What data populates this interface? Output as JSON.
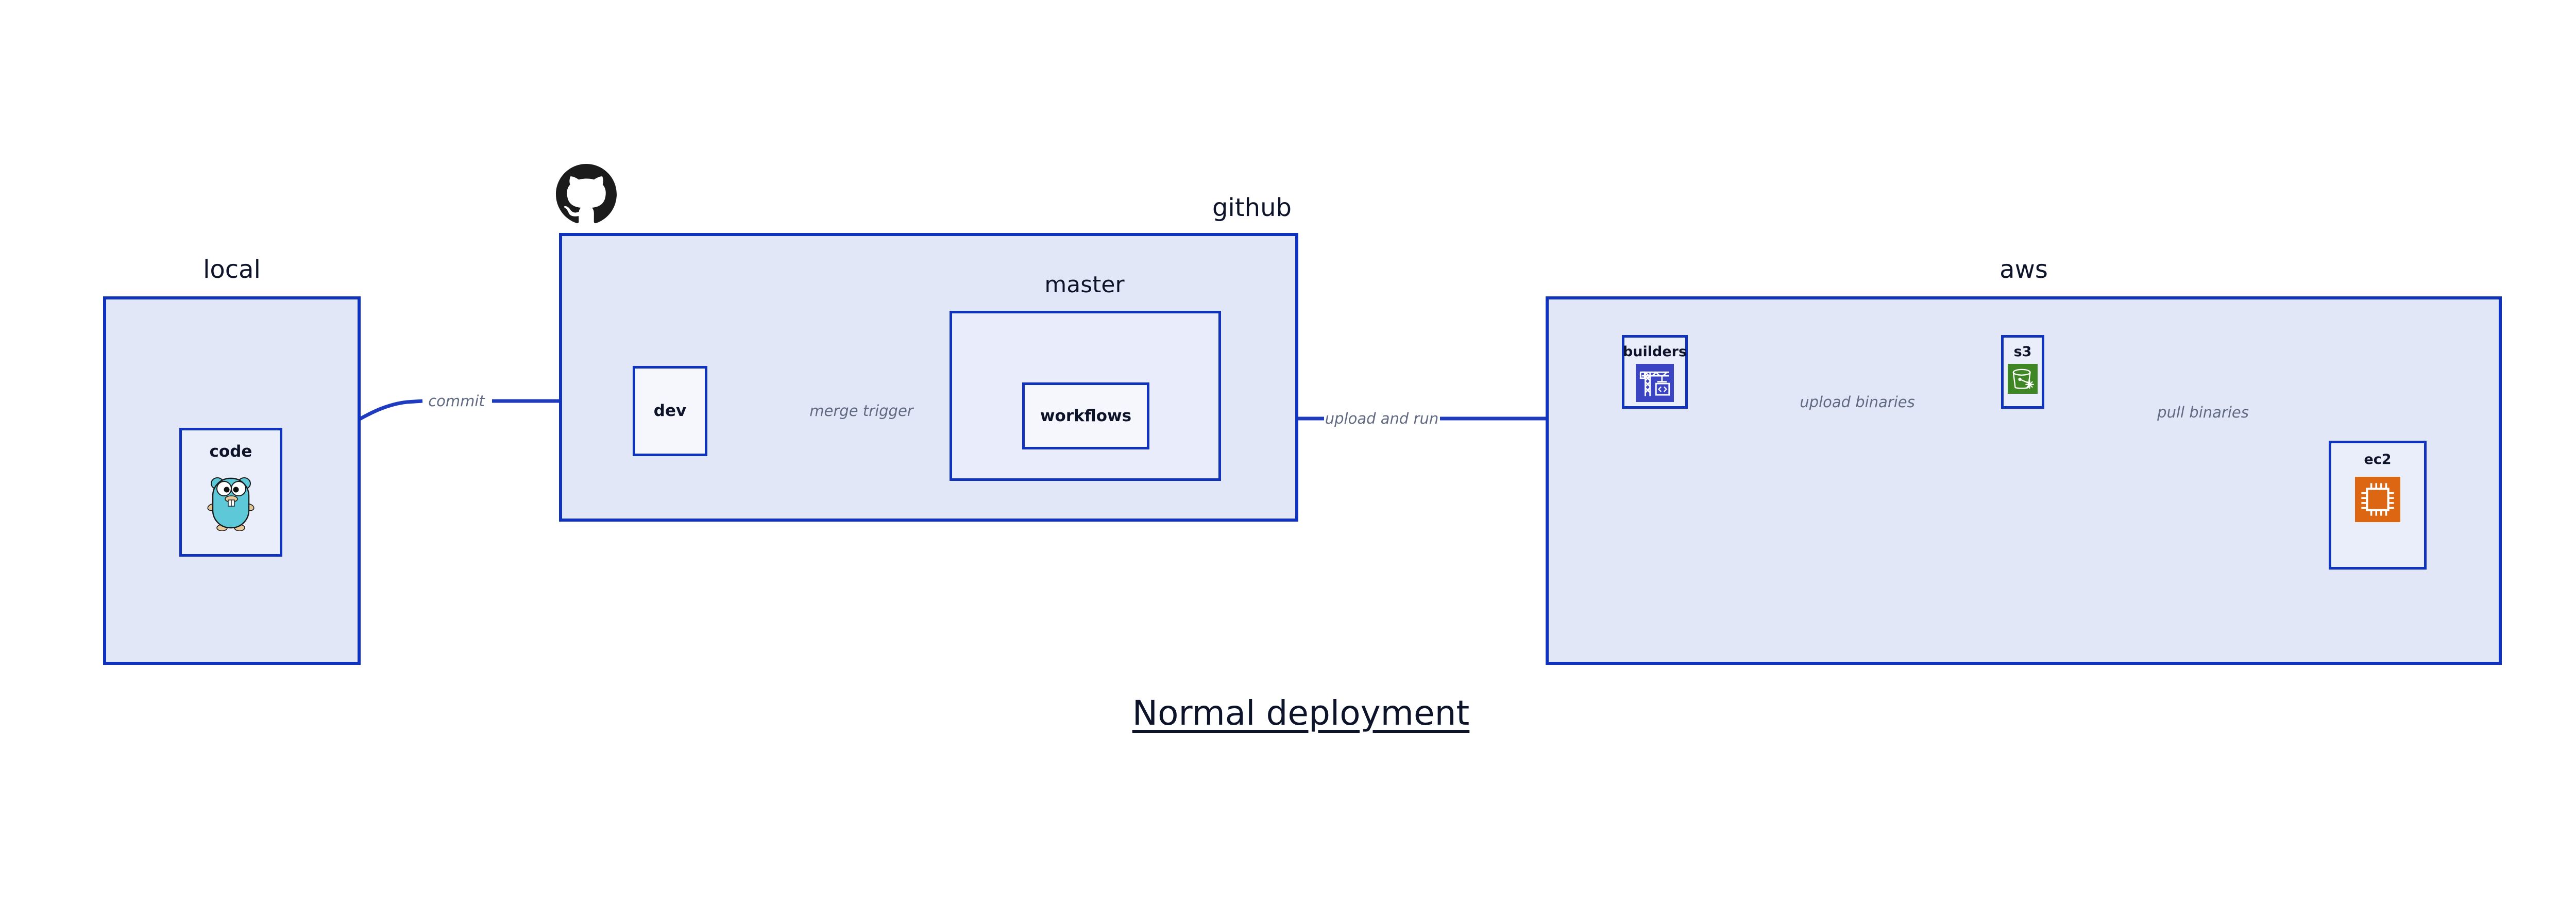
{
  "caption": "Normal deployment",
  "colors": {
    "group_fill": "#e2e7f8",
    "group_inner_fill": "#e9edfb",
    "node_fill": "#eaeefb",
    "node_plain_fill": "#f5f7fd",
    "border_blue": "#1033bd",
    "edge_blue": "#1f3bbf",
    "label_navy": "#0d1329",
    "edge_label_gray": "#606a82",
    "builders_icon_bg": "#3b45c4",
    "s3_icon_bg": "#3f8624",
    "ec2_icon_bg": "#dc6612",
    "gopher_body": "#5dc9d8",
    "github_black": "#1b1b1b"
  },
  "groups": [
    {
      "id": "local",
      "title": "local"
    },
    {
      "id": "github",
      "title": "github"
    },
    {
      "id": "master",
      "title": "master"
    },
    {
      "id": "aws",
      "title": "aws"
    }
  ],
  "nodes": [
    {
      "id": "code",
      "label": "code",
      "icon": "go-gopher-icon"
    },
    {
      "id": "dev",
      "label": "dev",
      "icon": ""
    },
    {
      "id": "workflows",
      "label": "workflows",
      "icon": ""
    },
    {
      "id": "builders",
      "label": "builders",
      "icon": "aws-codebuild-crane-icon"
    },
    {
      "id": "s3",
      "label": "s3",
      "icon": "aws-s3-bucket-icon"
    },
    {
      "id": "ec2",
      "label": "ec2",
      "icon": "aws-ec2-chip-icon"
    }
  ],
  "edges": [
    {
      "id": "commit",
      "label": "commit",
      "from": "code",
      "to": "dev"
    },
    {
      "id": "merge-trigger",
      "label": "merge trigger",
      "from": "dev",
      "to": "workflows"
    },
    {
      "id": "upload-and-run",
      "label": "upload and run",
      "from": "workflows",
      "to": "builders"
    },
    {
      "id": "upload-binaries",
      "label": "upload binaries",
      "from": "builders",
      "to": "s3"
    },
    {
      "id": "pull-binaries",
      "label": "pull binaries",
      "from": "s3",
      "to": "ec2"
    }
  ],
  "logos": [
    {
      "id": "github-octocat",
      "icon": "github-octocat-icon"
    }
  ]
}
